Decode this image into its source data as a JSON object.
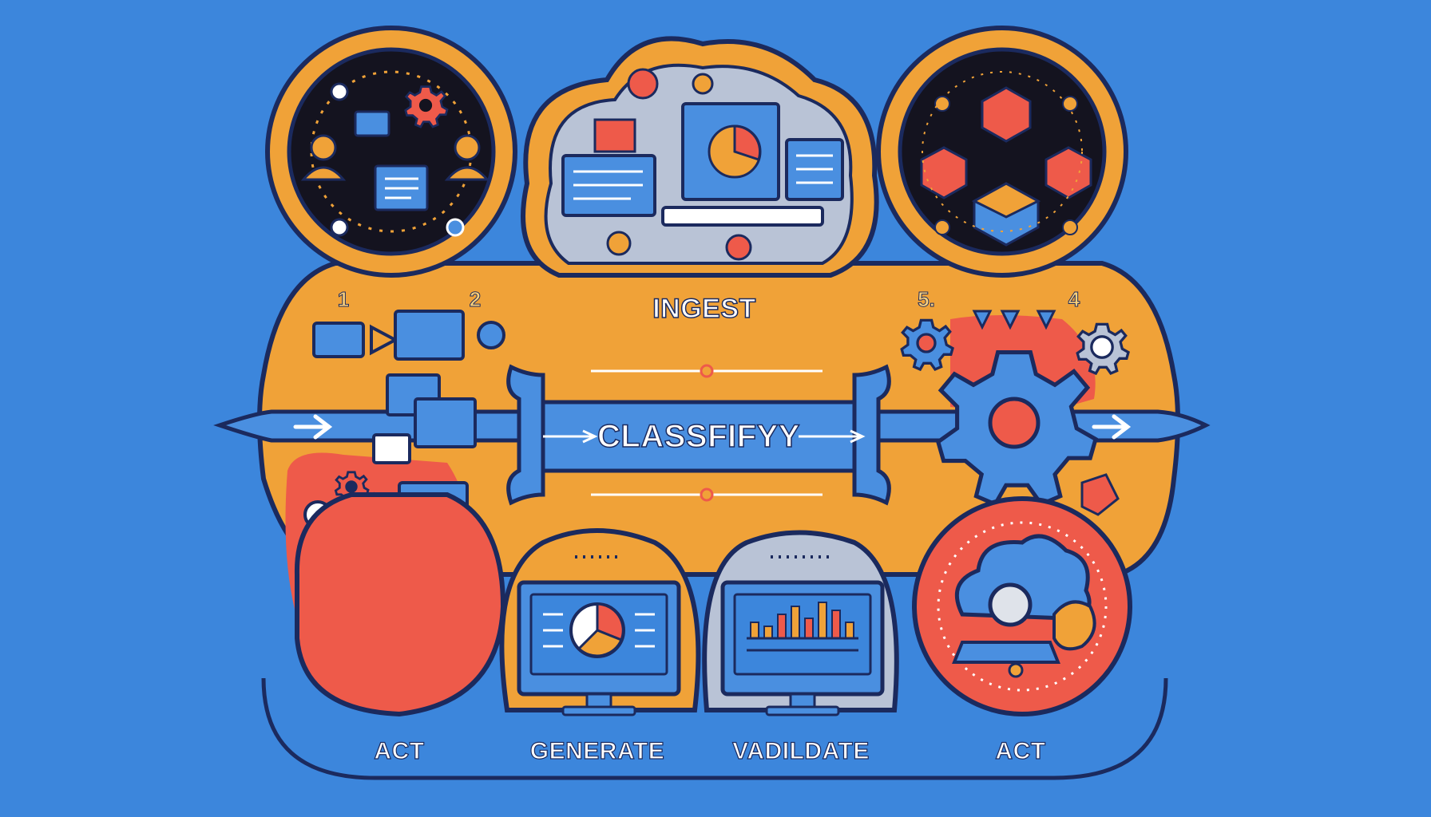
{
  "title": "CLASSFIFYY",
  "top_label": "INGEST",
  "step_numbers": [
    "1",
    "2",
    "5.",
    "4"
  ],
  "bottom_labels": [
    "ACT",
    "GENERATE",
    "VADILDATE",
    "ACT"
  ],
  "colors": {
    "background": "#3c86dc",
    "orange": "#f0a238",
    "red": "#ee5a4a",
    "navy": "#1b2a5e",
    "dark": "#14131f",
    "grey": "#b9c3d6",
    "blue_band": "#4a8fe0"
  },
  "icons": [
    "gear-icon",
    "person-icon",
    "chat-icon",
    "document-icon",
    "pie-chart-icon",
    "bar-chart-icon",
    "cloud-icon",
    "cube-icon",
    "monitor-icon",
    "arrow-right-icon"
  ]
}
